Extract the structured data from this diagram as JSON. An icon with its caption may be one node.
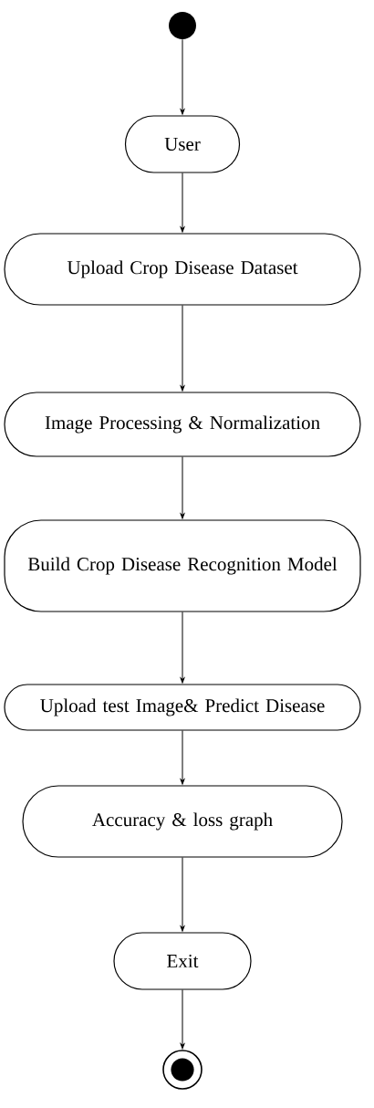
{
  "diagram": {
    "nodes": [
      {
        "text": [],
        "shape": "circle"
      },
      {
        "text": [
          "User"
        ]
      },
      {
        "text": [
          "Upload Crop Disease Dataset"
        ]
      },
      {
        "text": [
          "Image  Processing & Normalization"
        ]
      },
      {
        "text": [
          "Build Crop Disease Recognition Model"
        ]
      },
      {
        "text": [
          "Upload test Image&  Predict Disease"
        ]
      },
      {
        "text": [
          "Accuracy & loss graph"
        ]
      },
      {
        "text": [
          "Exit"
        ]
      },
      {
        "text": [],
        "shape": "circle"
      }
    ],
    "edges": [
      {
        "from": 0,
        "to": 1,
        "arrow": "to"
      },
      {
        "from": 1,
        "to": 2,
        "arrow": "to"
      },
      {
        "from": 2,
        "to": 3,
        "arrow": "to"
      },
      {
        "from": 3,
        "to": 4,
        "arrow": "to"
      },
      {
        "from": 4,
        "to": 5,
        "arrow": "to"
      },
      {
        "from": 5,
        "to": 6,
        "arrow": "to"
      },
      {
        "from": 6,
        "to": 7,
        "arrow": "to"
      },
      {
        "from": 7,
        "to": 8,
        "arrow": "to"
      }
    ]
  }
}
